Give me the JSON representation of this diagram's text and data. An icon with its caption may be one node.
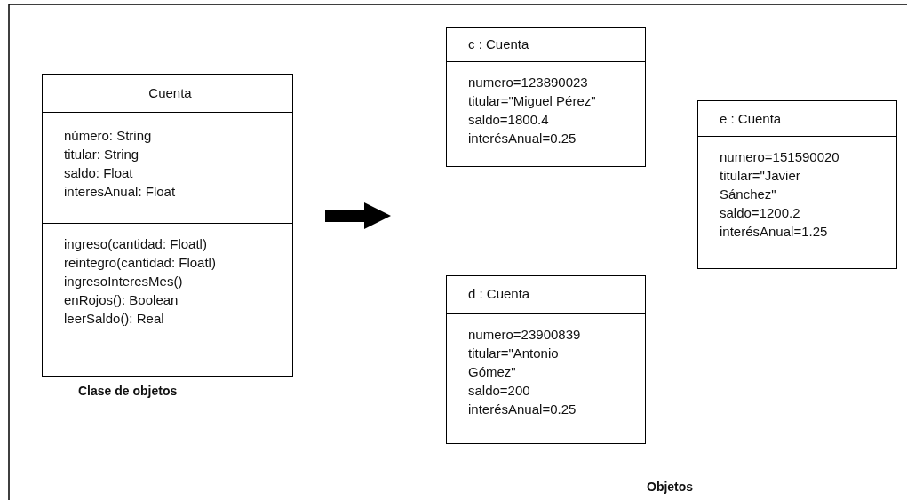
{
  "diagram": {
    "nodes": [
      {
        "text": [
          "Cuenta",
          "número: String",
          "titular: String",
          "saldo: Float",
          "interesAnual: Float",
          "ingreso(cantidad: Floatl)",
          "reintegro(cantidad: Floatl)",
          "ingresoInteresMes()",
          "enRojos(): Boolean",
          "leerSaldo(): Real"
        ],
        "beside": [
          "Clase de objetos"
        ]
      },
      {
        "text": [
          "c : Cuenta",
          "numero=123890023",
          "titular=\"Miguel Pérez\"",
          "saldo=1800.4",
          "interésAnual=0.25"
        ]
      },
      {
        "text": [
          "e : Cuenta",
          "numero=151590020",
          "titular=\"Javier Sánchez\"",
          "saldo=1200.2",
          "interésAnual=1.25"
        ]
      },
      {
        "text": [
          "d : Cuenta",
          "numero=23900839",
          "titular=\"Antonio Gómez\"",
          "saldo=200",
          "interésAnual=0.25"
        ]
      }
    ],
    "labels": [
      "Objetos"
    ]
  }
}
